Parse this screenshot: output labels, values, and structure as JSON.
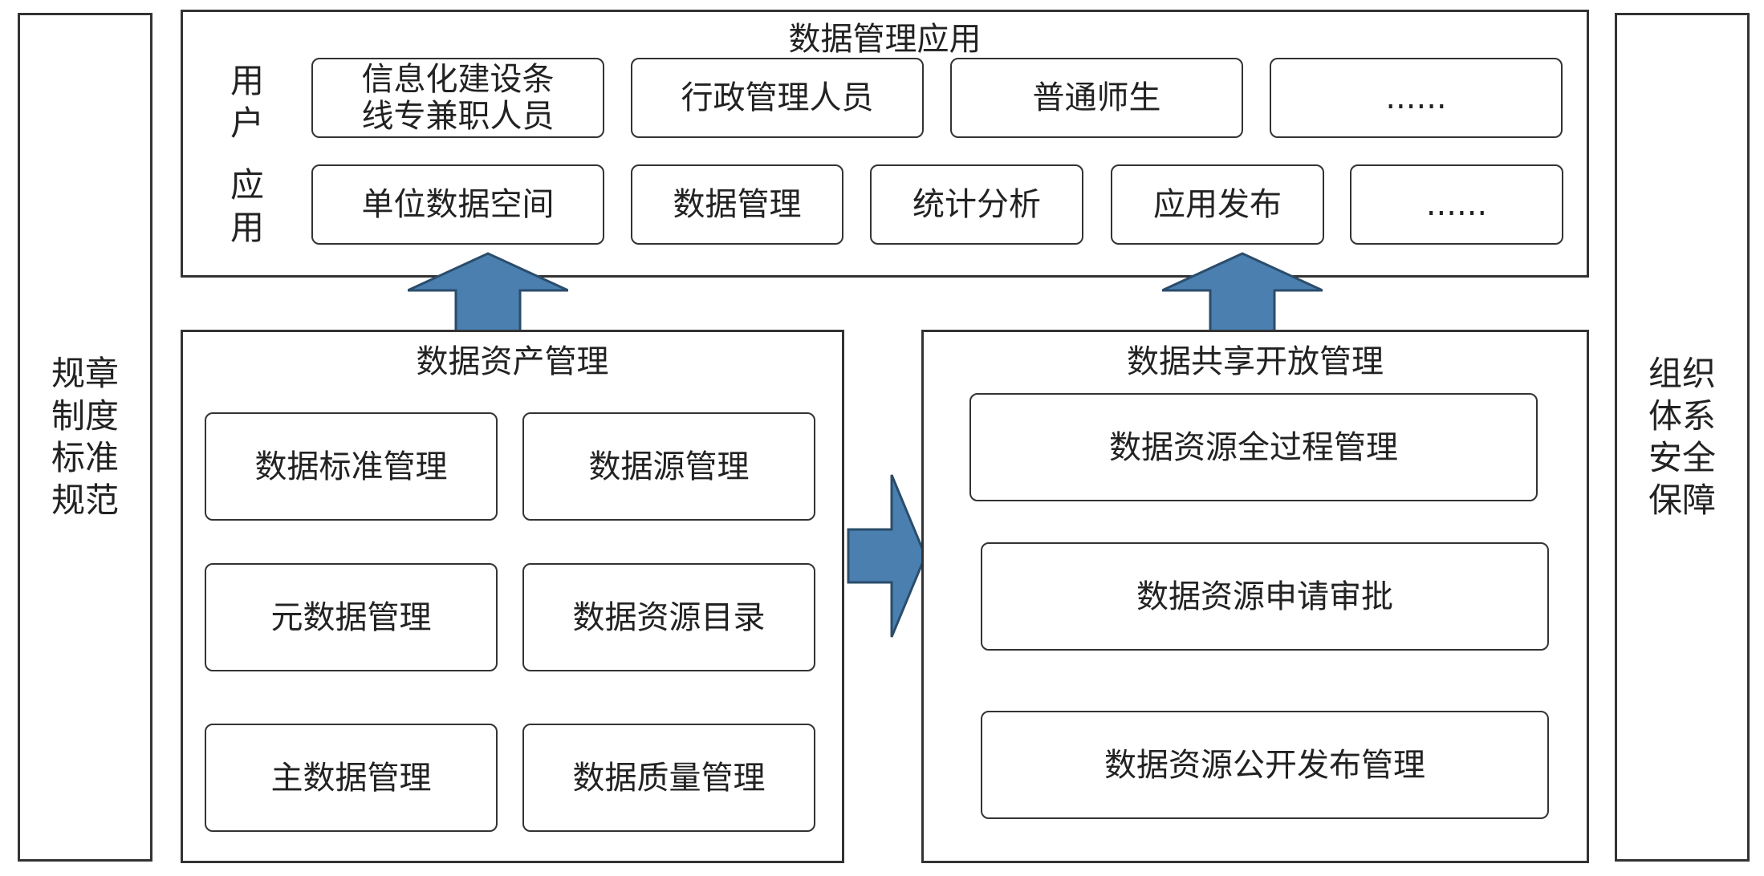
{
  "sides": {
    "left": [
      "规章",
      "制度",
      "标准",
      "规范"
    ],
    "right": [
      "组织",
      "体系",
      "安全",
      "保障"
    ]
  },
  "apps": {
    "title": "数据管理应用",
    "users_label": [
      "用",
      "户"
    ],
    "apps_label": [
      "应",
      "用"
    ],
    "users": [
      "信息化建设条",
      "线专兼职人员",
      "行政管理人员",
      "普通师生",
      "......"
    ],
    "applications": [
      "单位数据空间",
      "数据管理",
      "统计分析",
      "应用发布",
      "......"
    ]
  },
  "asset": {
    "title": "数据资产管理",
    "items": [
      "数据标准管理",
      "数据源管理",
      "元数据管理",
      "数据资源目录",
      "主数据管理",
      "数据质量管理"
    ]
  },
  "share": {
    "title": "数据共享开放管理",
    "items": [
      "数据资源全过程管理",
      "数据资源申请审批",
      "数据资源公开发布管理"
    ]
  },
  "colors": {
    "arrow": "#4a7fb0",
    "border": "#333333"
  }
}
